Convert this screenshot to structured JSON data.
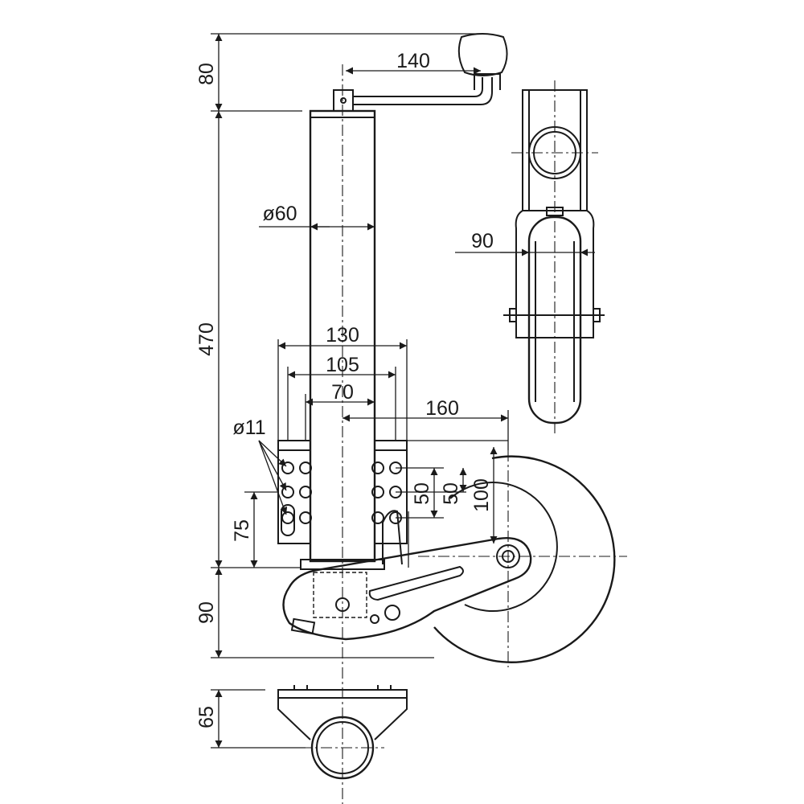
{
  "drawing": {
    "dimensions": {
      "d80": "80",
      "d140": "140",
      "d470": "470",
      "d60": "ø60",
      "d130": "130",
      "d105": "105",
      "d70": "70",
      "d160": "160",
      "d11": "ø11",
      "d90_side": "90",
      "d50_a": "50",
      "d50_b": "50",
      "d100": "100",
      "d75": "75",
      "d90_bottom": "90",
      "d65": "65"
    }
  }
}
